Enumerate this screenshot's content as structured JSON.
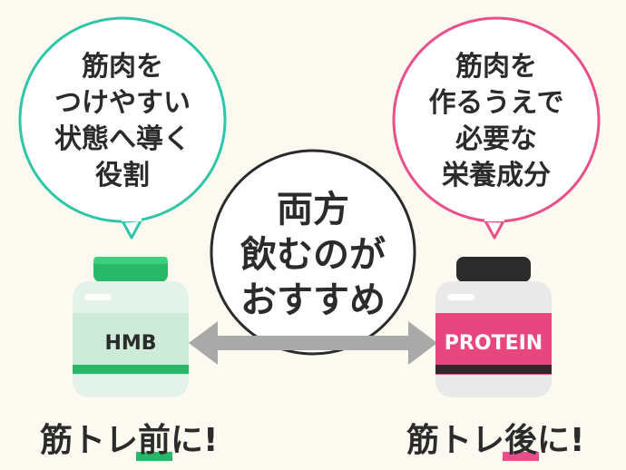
{
  "left_bubble": {
    "lines": [
      "筋肉を",
      "つけやすい",
      "状態へ導く",
      "役割"
    ],
    "border_color": "#2fc6a8"
  },
  "right_bubble": {
    "lines": [
      "筋肉を",
      "作るうえで",
      "必要な",
      "栄養成分"
    ],
    "border_color": "#ea4f8a"
  },
  "center_bubble": {
    "lines": [
      "両方",
      "飲むのが",
      "おすすめ"
    ]
  },
  "left_bottle": {
    "label": "HMB",
    "cap_color": "#27b86a",
    "band_color": "#27b86a",
    "label_bg": "#cdebd8",
    "label_color": "#2b2b2b"
  },
  "right_bottle": {
    "label": "PROTEIN",
    "cap_color": "#2b2b2b",
    "band_color": "#2b2b2b",
    "label_bg": "#e8467f",
    "label_color": "#ffffff"
  },
  "left_timing": {
    "prefix": "筋トレ",
    "emphasis": "前",
    "suffix": "に!",
    "underline_color": "#27b86a"
  },
  "right_timing": {
    "prefix": "筋トレ",
    "emphasis": "後",
    "suffix": "に!",
    "underline_color": "#ea4f8a"
  },
  "arrow": {
    "icon": "double-arrow-icon",
    "color": "#a9a9a9"
  }
}
